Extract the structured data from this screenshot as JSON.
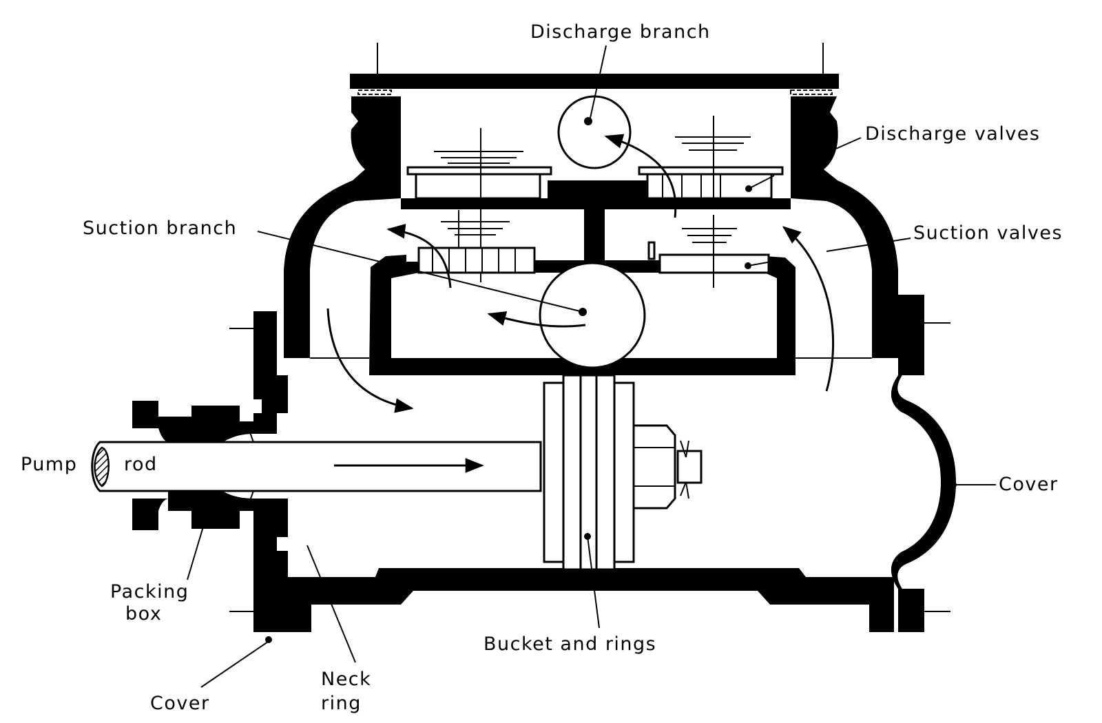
{
  "labels": {
    "discharge_branch": "Discharge branch",
    "discharge_valves": "Discharge valves",
    "suction_branch": "Suction branch",
    "suction_valves": "Suction valves",
    "pump": "Pump",
    "rod": "rod",
    "cover_right": "Cover",
    "packing_line1": "Packing",
    "packing_line2": "box",
    "bucket_and_rings": "Bucket and rings",
    "cover_left": "Cover",
    "neck_line1": "Neck",
    "neck_line2": "ring"
  }
}
